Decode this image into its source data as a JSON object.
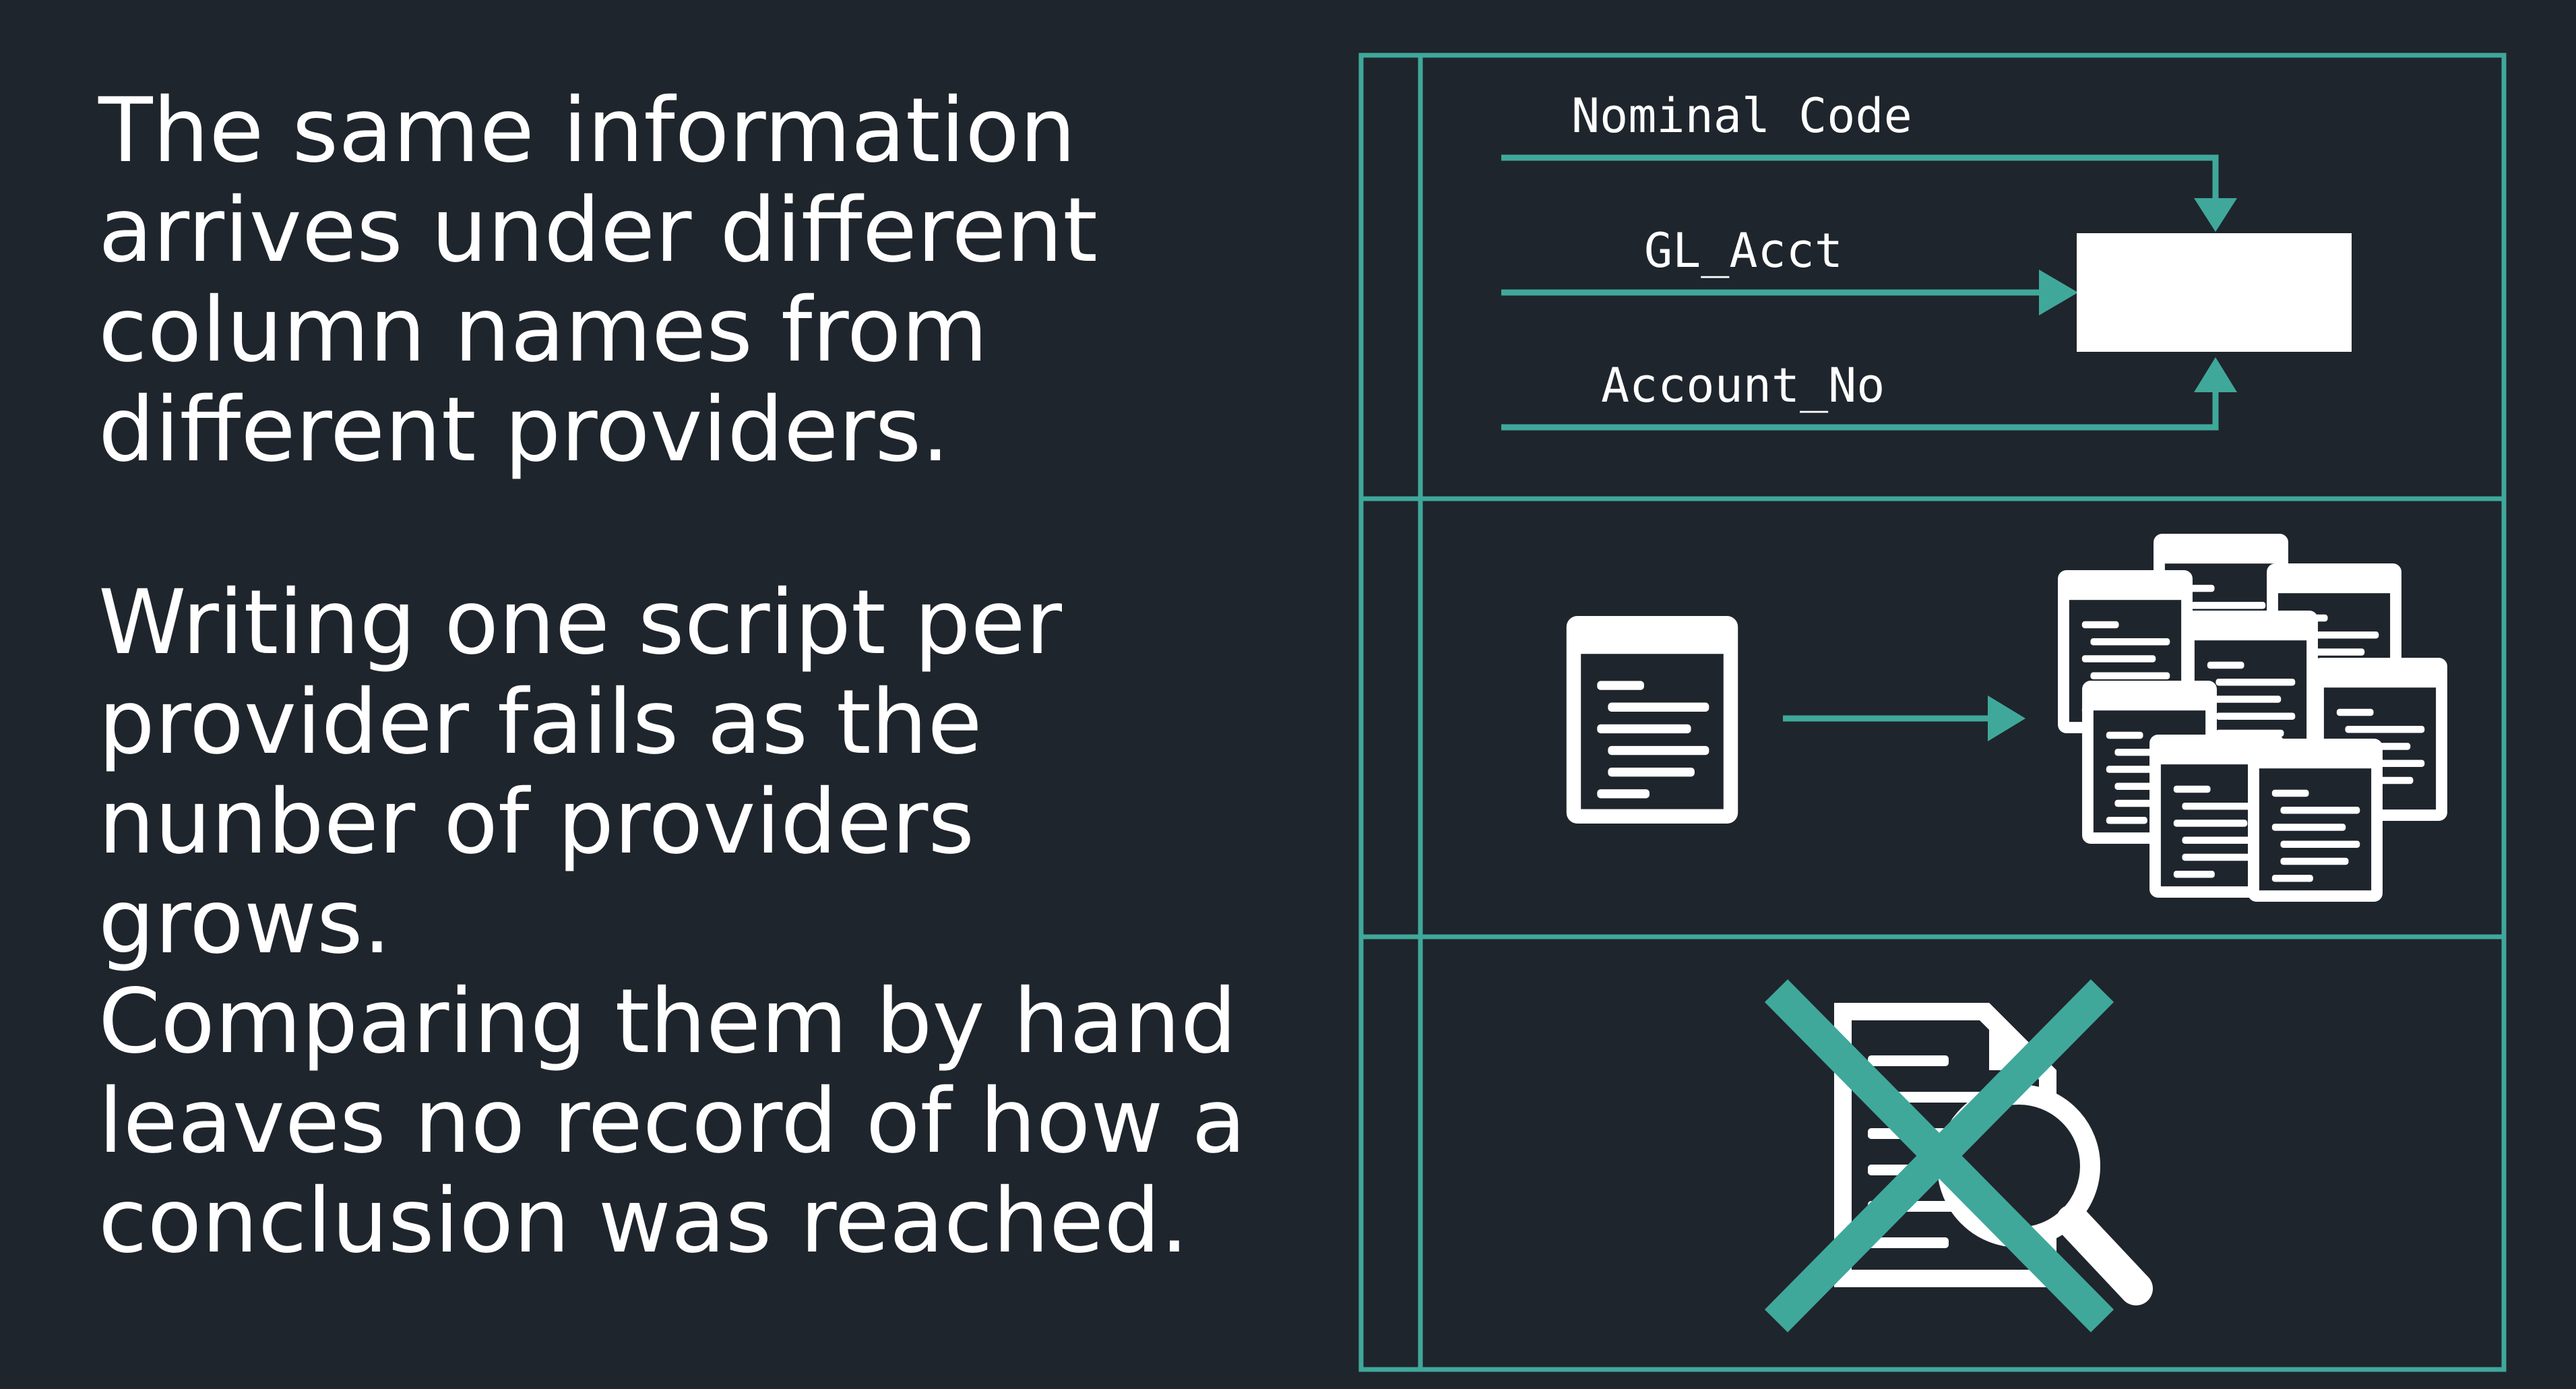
{
  "text": {
    "paragraph_1": [
      "The same information",
      "arrives under different",
      "column names from",
      "different providers."
    ],
    "paragraph_2": [
      "Writing one script per",
      "provider fails as the",
      "nunber of providers",
      "grows."
    ],
    "paragraph_3": [
      "Comparing them by hand",
      "leaves no record of how a",
      "conclusion was reached."
    ]
  },
  "diagram": {
    "column_labels": [
      "Nominal Code",
      "GL_Acct",
      "Account_No"
    ],
    "icons": {
      "target_box": "blank-target-box-icon",
      "single_script": "script-document-icon",
      "many_scripts": "multiple-script-documents-icon",
      "audit": "document-magnifier-icon",
      "cross": "cross-out-icon"
    }
  },
  "colors": {
    "background": "#1f252c",
    "accent": "#3fa89a",
    "text": "#ffffff"
  }
}
